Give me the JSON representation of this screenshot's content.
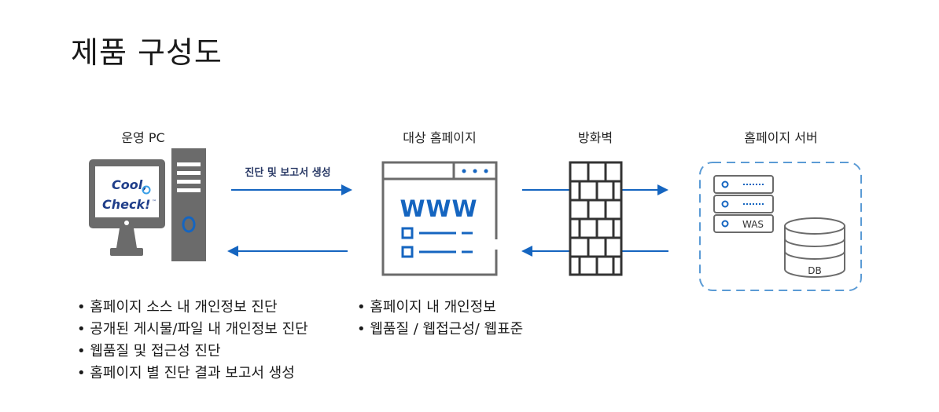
{
  "title": "제품 구성도",
  "nodes": {
    "pc": {
      "label": "운영 PC",
      "logo_line1": "Cool,",
      "logo_line2": "Check!",
      "logo_tm": "™"
    },
    "homepage": {
      "label": "대상 홈페이지",
      "www": "WWW"
    },
    "firewall": {
      "label": "방화벽"
    },
    "server": {
      "label": "홈페이지 서버",
      "was": "WAS",
      "db": "DB"
    }
  },
  "flow_label": "진단 및 보고서 생성",
  "left_bullets": [
    "홈페이지 소스 내 개인정보 진단",
    "공개된 게시물/파일 내 개인정보 진단",
    "웹품질 및 접근성 진단",
    "홈페이지 별 진단 결과 보고서 생성"
  ],
  "right_bullets": [
    "홈페이지 내 개인정보",
    "웹품질 / 웹접근성/ 웹표준"
  ],
  "colors": {
    "accent_blue": "#1565c0",
    "icon_gray": "#6b6b6b",
    "dark_navy": "#2a3a66",
    "dashed_border": "#5b9bd5"
  }
}
